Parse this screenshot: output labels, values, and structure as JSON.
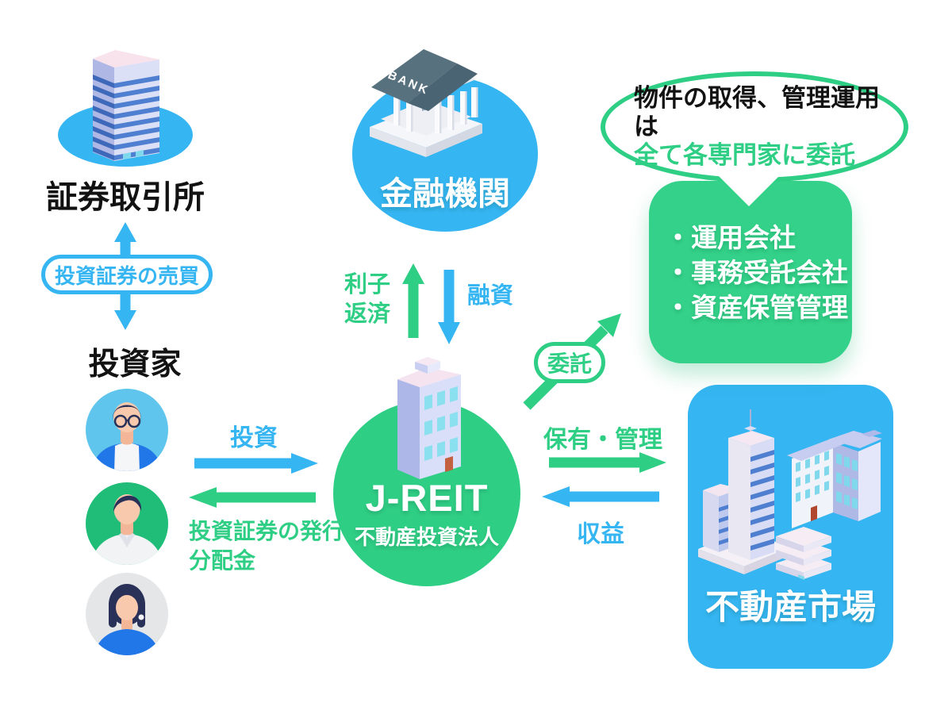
{
  "palette": {
    "blue": "#35B5F1",
    "green": "#2FCE85",
    "green_box": "#33D189",
    "text_dark": "#121212",
    "white": "#FFFFFF"
  },
  "stock_exchange": {
    "label": "証券取引所"
  },
  "trade_flow": {
    "label": "投資証券の売買"
  },
  "investors": {
    "label": "投資家"
  },
  "bank": {
    "label": "金融機関",
    "sign": "BANK"
  },
  "loan_flows": {
    "repay_line1": "利子",
    "repay_line2": "返済",
    "loan_label": "融資"
  },
  "jreit": {
    "title": "J-REIT",
    "subtitle": "不動産投資法人"
  },
  "consign_flow": {
    "label": "委託"
  },
  "experts": {
    "bubble_line1": "物件の取得、管理運用は",
    "bubble_line2": "全て各専門家に委託",
    "items": [
      {
        "label": "・運用会社"
      },
      {
        "label": "・事務受託会社"
      },
      {
        "label": "・資産保管管理"
      }
    ]
  },
  "invest_flows": {
    "invest_label": "投資",
    "issue_line1": "投資証券の発行",
    "issue_line2": "分配金"
  },
  "market_flows": {
    "hold_label": "保有・管理",
    "revenue_label": "収益"
  },
  "market": {
    "label": "不動産市場"
  },
  "icons": {
    "stock_exchange": "striped-office-tower-icon",
    "bank": "bank-building-icon",
    "jreit": "apartment-building-icon",
    "market": "city-buildings-icon",
    "investor_1": "man-glasses-avatar-icon",
    "investor_2": "man-avatar-icon",
    "investor_3": "woman-avatar-icon"
  }
}
